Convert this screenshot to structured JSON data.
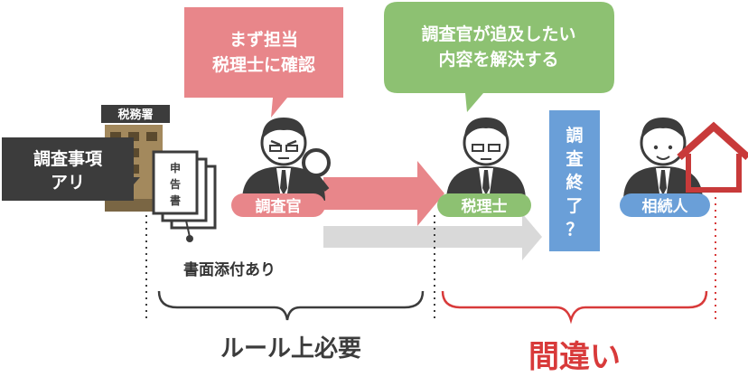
{
  "bubble_left": {
    "line1": "まず担当",
    "line2": "税理士に確認"
  },
  "bubble_right": {
    "line1": "調査官が追及したい",
    "line2": "内容を解決する"
  },
  "tax_office": {
    "label": "税務署"
  },
  "investigation_box": {
    "line1": "調査事項",
    "line2": "アリ"
  },
  "form": {
    "c1": "申",
    "c2": "告",
    "c3": "書"
  },
  "attachment_note": "書面添付あり",
  "badges": {
    "inspector": "調査官",
    "accountant": "税理士",
    "heir": "相続人"
  },
  "end_box": {
    "c1": "調",
    "c2": "査",
    "c3": "終",
    "c4": "了",
    "c5": "？"
  },
  "bottom": {
    "left": "ルール上必要",
    "right": "間違い"
  },
  "colors": {
    "pink": "#e8868a",
    "green": "#8dc172",
    "blue": "#6a9fd8",
    "dark": "#3c3c3c",
    "grey_arrow": "#d9d9d9",
    "red_text": "#d83a3a",
    "house_red": "#c83a3a"
  },
  "icons": [
    "person-icon",
    "magnifier-icon",
    "house-icon",
    "building-icon",
    "document-icon"
  ]
}
